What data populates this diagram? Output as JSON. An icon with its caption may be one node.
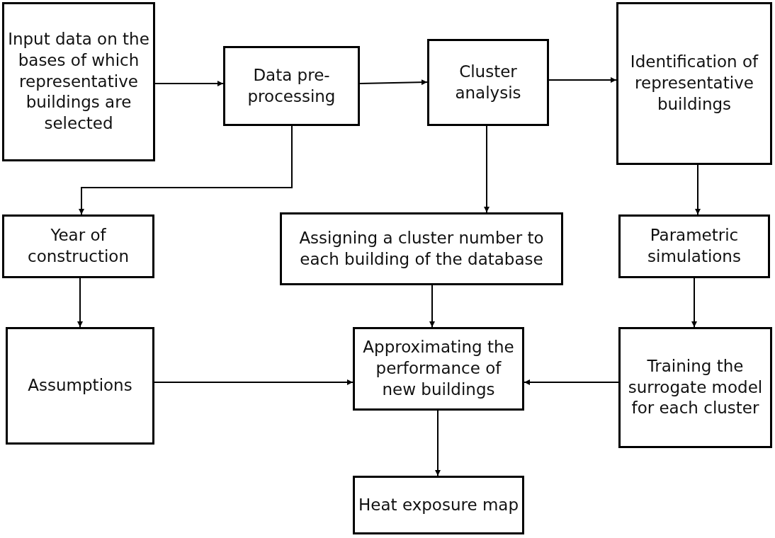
{
  "diagram": {
    "nodes": [
      {
        "text": [
          "Input data on the bases of which representative buildings are selected"
        ]
      },
      {
        "text": [
          "Data pre-processing"
        ]
      },
      {
        "text": [
          "Cluster analysis"
        ]
      },
      {
        "text": [
          "Identification of representative buildings"
        ]
      },
      {
        "text": [
          "Year of construction"
        ]
      },
      {
        "text": [
          "Assigning a cluster number to each building of the database"
        ]
      },
      {
        "text": [
          "Parametric simulations"
        ]
      },
      {
        "text": [
          "Assumptions"
        ]
      },
      {
        "text": [
          "Approximating the performance of new buildings"
        ]
      },
      {
        "text": [
          "Training the surrogate model for each cluster"
        ]
      },
      {
        "text": [
          "Heat exposure map"
        ]
      }
    ],
    "edges": [
      {
        "from": 0,
        "to": 1,
        "arrow": "to"
      },
      {
        "from": 1,
        "to": 2,
        "arrow": "to"
      },
      {
        "from": 2,
        "to": 3,
        "arrow": "to"
      },
      {
        "from": 1,
        "to": 4,
        "arrow": "to"
      },
      {
        "from": 2,
        "to": 5,
        "arrow": "to"
      },
      {
        "from": 3,
        "to": 6,
        "arrow": "to"
      },
      {
        "from": 4,
        "to": 7,
        "arrow": "to"
      },
      {
        "from": 5,
        "to": 8,
        "arrow": "to"
      },
      {
        "from": 6,
        "to": 9,
        "arrow": "to"
      },
      {
        "from": 7,
        "to": 8,
        "arrow": "to"
      },
      {
        "from": 9,
        "to": 8,
        "arrow": "to"
      },
      {
        "from": 8,
        "to": 10,
        "arrow": "to"
      }
    ]
  }
}
